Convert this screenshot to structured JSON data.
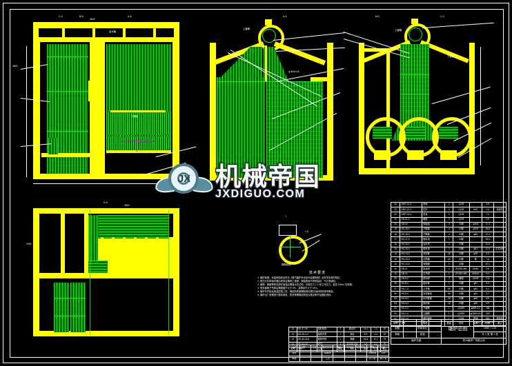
{
  "sheet": {
    "background": "#000000",
    "frame_color": "#ffffff",
    "line_colors": {
      "structure": "#ffff00",
      "tubes": "#00ff00",
      "annotation": "#ffffff",
      "hidden": "#ff00ff"
    }
  },
  "views": {
    "top_left": {
      "label_left": "C-C",
      "label_mid": "B-B",
      "label_right": "A-A",
      "dim_top": "3600",
      "dim_left": "2800",
      "note_a": "给水管",
      "note_b": "下集箱"
    },
    "top_mid": {
      "label": "A-A",
      "drum_note": "上锄筒",
      "dim_right": "φ1600×16"
    },
    "top_right": {
      "label_left": "B-B",
      "label_right": "C-C",
      "drum_note": "上锄筒",
      "header_note": "下集箱"
    },
    "bottom_left": {
      "label": "D-D",
      "dim_left": "2400",
      "dim_top": "3600"
    },
    "detail": {
      "label": "I",
      "scale": "1:5",
      "note": "锄筒剖面"
    }
  },
  "notes": {
    "heading": "技术要求",
    "items": [
      "锄炉制造、安装和验收应符合《蒸汽锄炉安全技术监察规程》及有关标准的规定。",
      "受压元件焊接均需由考核合格焊工施焊，焊缝表面不得有裂纹、气孔等缺陷。",
      "锄筒、集箱等受压部件组装后需做水压试验，试验压力 1.5 倍工作压力，保压 20min 无渗漏。",
      "受热面管子弯制后椭圆度不大于 8%，减薄量不大于 15%。",
      "锄炉外护板及保温层施工前，钢结构表面需除锈处理并涂耐热防锈漆两道。",
      "锄炉出厂前需进行整体验收，附具等需随机附送合格证明书及图纸资料。"
    ]
  },
  "parts_table": {
    "columns": [
      "序号",
      "代号",
      "名称",
      "数量",
      "材料",
      "规格",
      "单重",
      "备注"
    ],
    "rows": [
      [
        "24",
        "GB/T-21-4",
        "吊板",
        "2",
        "Q235",
        "",
        "4.8",
        ""
      ],
      [
        "23",
        "GB/T-22-4",
        "拉杆",
        "3",
        "Q235",
        "M16",
        "2.6",
        "标准件"
      ],
      [
        "22",
        "GB/T-23-4",
        "吊耳",
        "2",
        "Q235",
        "",
        "7.2",
        ""
      ],
      [
        "21",
        "GB-21-4",
        "螺栓",
        "2",
        "Q235",
        "",
        "0.9",
        ""
      ],
      [
        "20",
        "GB-20",
        "夹板组",
        "3",
        "20钢",
        "φ108",
        "11.4",
        ""
      ],
      [
        "19",
        "HG-19-4",
        "下集箱",
        "4",
        "20钢",
        "φ219",
        "18.6",
        ""
      ],
      [
        "18",
        "HG-18-4",
        "下降管",
        "4",
        "20钢",
        "φ83",
        "12.3",
        ""
      ],
      [
        "17",
        "HG-17-4",
        "侧水冉",
        "2",
        "20钢",
        "",
        "26.4",
        ""
      ],
      [
        "16",
        "HG-16-4",
        "后水冉",
        "2",
        "20钢",
        "",
        "31.8",
        ""
      ],
      [
        "15",
        "HG-15-4",
        "前水冉",
        "2",
        "20钢",
        "φ51",
        "17.5",
        "左右对称"
      ],
      [
        "14",
        "HG-14-4",
        "对空管",
        "24",
        "20钢",
        "φ38",
        "9.3",
        ""
      ],
      [
        "13",
        "HG-13-4",
        "过热器",
        "24",
        "20钢",
        "管",
        "7.8",
        ""
      ],
      [
        "12",
        "HG-12-4",
        "省煤器",
        "2",
        "20钢",
        "",
        "42.1",
        ""
      ],
      [
        "11",
        "GB-11",
        "安全阀",
        "4",
        "ZG230-450",
        "DN50",
        "3.6",
        ""
      ],
      [
        "10",
        "GB-10",
        "主汽阀",
        "1",
        "ZG230-450",
        "DN100",
        "8.4",
        ""
      ],
      [
        "09",
        "GB-9-4",
        "排污阀",
        "2",
        "铸钢",
        "DN32",
        "2.8",
        ""
      ],
      [
        "08",
        "HG-8-4",
        "给水管",
        "2",
        "20钢",
        "φ57",
        "5.2",
        ""
      ],
      [
        "07",
        "HG-7-4",
        "上升管",
        "60",
        "20钢",
        "φ51",
        "4.1",
        ""
      ],
      [
        "06",
        "HG-6-4",
        "对流管束",
        "96",
        "20钢",
        "φ51",
        "3.7",
        ""
      ],
      [
        "05",
        "HG-5-4",
        "水冷壁管",
        "48",
        "20钢",
        "φ60",
        "6.5",
        ""
      ],
      [
        "04",
        "HG-4-4",
        "前拱管",
        "16",
        "20钢",
        "φ60",
        "5.9",
        ""
      ],
      [
        "03",
        "HG-3-4",
        "下锄筒",
        "1",
        "Q245R",
        "φ800×12",
        "186",
        ""
      ],
      [
        "02",
        "HG-2-4",
        "上锄筒",
        "1",
        "Q245R",
        "φ1600×16",
        "425",
        ""
      ],
      [
        "01",
        "HG-1-4",
        "锄炉钢架",
        "1",
        "Q235",
        "型钢",
        "960",
        "焦接件"
      ]
    ],
    "footer": [
      "序号",
      "代号",
      "名称",
      "数量",
      "材料",
      "单重",
      "总重",
      "备注"
    ]
  },
  "bom_table": {
    "rows": [
      [
        "14",
        "HG-47-46",
        "加料机构",
        "1",
        "组合件",
        "14.2",
        "7.2",
        "件"
      ],
      [
        "13",
        "HG-46-4-4",
        "链条护罩",
        "1",
        "组合",
        "8.5",
        "4.4",
        "件"
      ],
      [
        "12",
        "HG-45-46-4",
        "链条炉排",
        "1",
        "铸钢",
        "62.8",
        "12.1",
        "件"
      ],
      [
        "11",
        "HG-44-43",
        "炉门",
        "1",
        "ZG230-450",
        "4.6",
        "2.2",
        "件"
      ]
    ],
    "footer": [
      "序号",
      "代号",
      "名称",
      "数量",
      "材料",
      "单重",
      "总重",
      "备注"
    ]
  },
  "revision_table": {
    "rows": [
      [
        "标记",
        "处数",
        "分区",
        "更改文件号",
        "签名",
        "年月日",
        "阶段标记",
        "重量",
        "比例"
      ],
      [
        "设计",
        "",
        "",
        "标准化",
        "",
        "",
        "",
        "2850kg",
        "1:20"
      ],
      [
        "审核",
        "",
        "",
        "工艺",
        "",
        "",
        "",
        "共 1 张",
        "第 1 张"
      ]
    ]
  },
  "title_block": {
    "drawing_name": "锄炉总图",
    "drawing_number": "SZL6-1.25-Aİ",
    "company": "郑州锄炉厂有限公司",
    "stage": "阶段标记",
    "weight_label": "重量",
    "scale_label": "比例",
    "weight": "2850",
    "scale": "1:20",
    "sheets": "共 1 张  第 1 张",
    "roles": [
      "设计",
      "制图",
      "审核",
      "工艺",
      "批准"
    ]
  },
  "watermark": {
    "badge_text": "JX",
    "chinese": "机械帝国",
    "domain": "JXDIGUO.COM",
    "colors": {
      "plate": "#e8f4f8",
      "steel": "#4a7c8c",
      "outline": "#1e2d33"
    }
  }
}
